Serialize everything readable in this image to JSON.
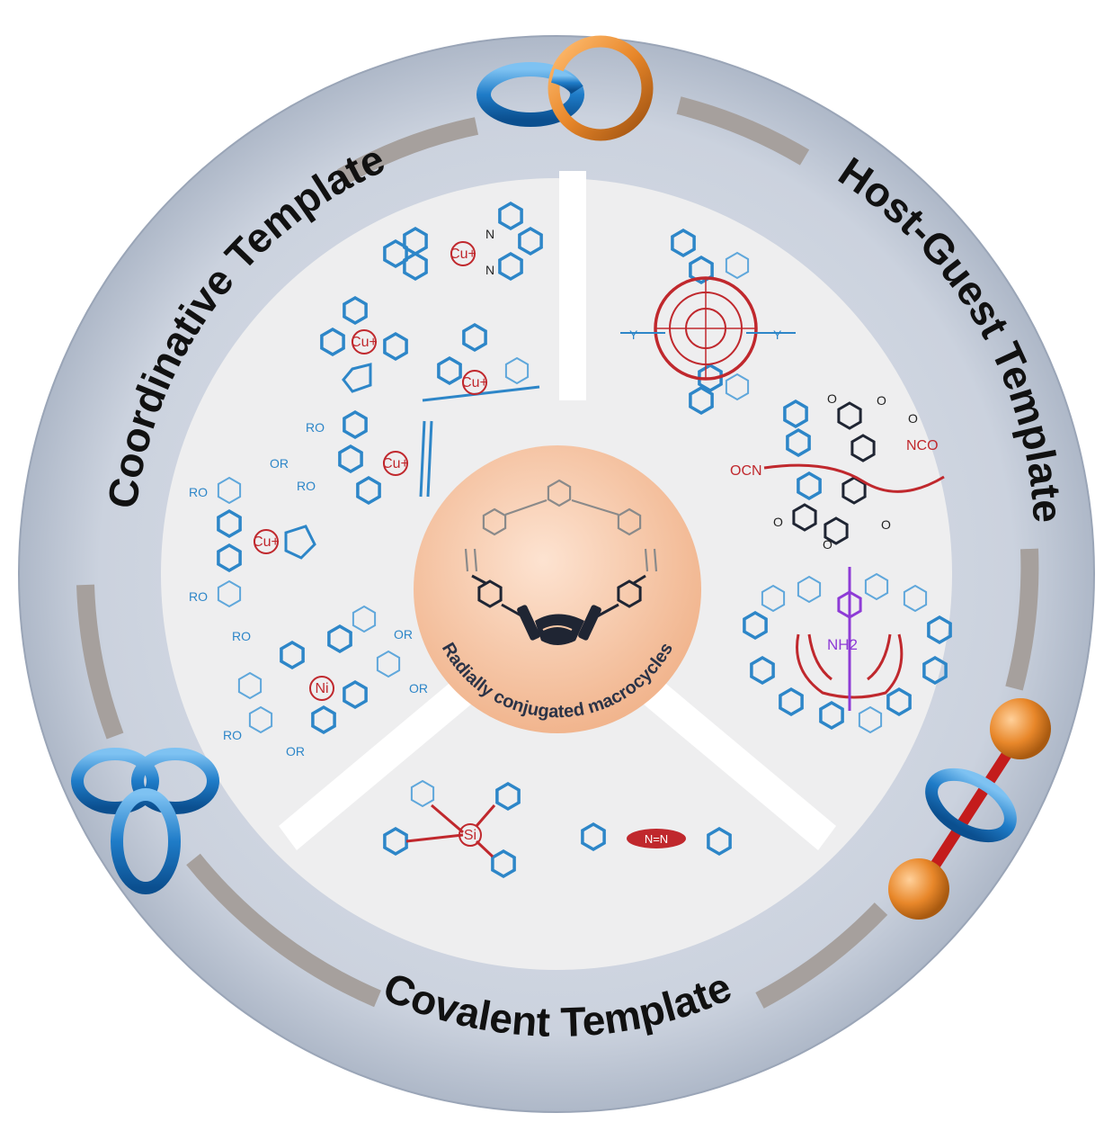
{
  "sections": {
    "top_left": "Coordinative Template",
    "top_right": "Host-Guest Template",
    "bottom": "Covalent Template"
  },
  "center_label": "Radially conjugated macrocycles",
  "chem_labels": {
    "cu_plus": "Cu+",
    "ni": "Ni",
    "si": "Si",
    "n": "N",
    "ro": "RO",
    "or": "OR",
    "y": "Y",
    "nco": "NCO",
    "ocn": "OCN",
    "nh2": "NH2",
    "o": "O",
    "azo": "N=N"
  },
  "colors": {
    "outer_ring": "#c9d0dd",
    "inner_disk": "#eeeeef",
    "center_disk": "#f7c7a5",
    "blue": "#2d86c8",
    "red": "#c0282d",
    "purple": "#8e3bd6",
    "orange": "#e8872a"
  },
  "icons": [
    "catenane-icon",
    "trefoil-knot-icon",
    "rotaxane-icon",
    "handshake-icon"
  ]
}
